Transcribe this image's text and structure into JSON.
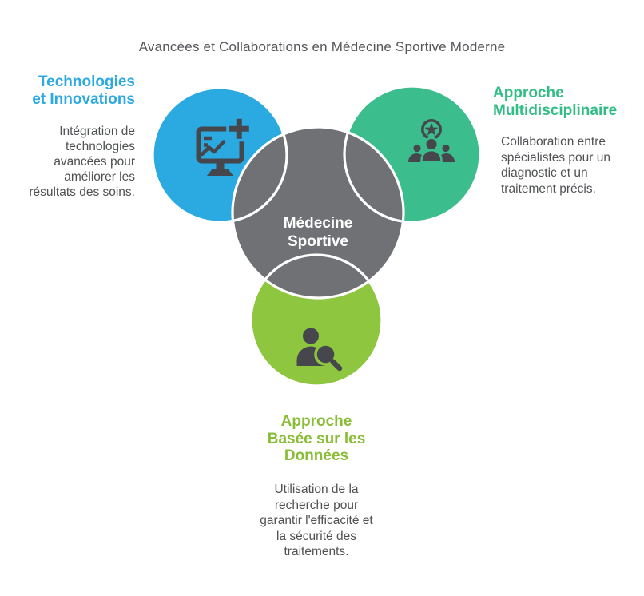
{
  "title": "Avancées et Collaborations en Médecine Sportive Moderne",
  "colors": {
    "blue": "#2BAAE2",
    "green": "#3BBD8E",
    "lime": "#8EC63F",
    "gray": "#707174",
    "icon_dark": "#45474C",
    "heading_blue": "#2BA9E0",
    "heading_green": "#33BD86",
    "heading_lime": "#8ABD37",
    "body_text": "#4F5153",
    "title_text": "#55565A",
    "center_text": "#FFFFFF"
  },
  "center": {
    "label_lines": [
      "Médecine",
      "Sportive"
    ]
  },
  "nodes": {
    "technologies": {
      "heading_lines": [
        "Technologies",
        "et Innovations"
      ],
      "body_lines": [
        "Intégration de",
        "technologies",
        "avancées pour",
        "améliorer les",
        "résultats des soins."
      ],
      "icon": "monitor-medical-cross-icon"
    },
    "multidisciplinaire": {
      "heading_lines": [
        "Approche",
        "Multidisciplinaire"
      ],
      "body_lines": [
        "Collaboration entre",
        "spécialistes pour un",
        "diagnostic et un",
        "traitement précis."
      ],
      "icon": "team-soccer-icon"
    },
    "donnees": {
      "heading_lines": [
        "Approche",
        "Basée sur les",
        "Données"
      ],
      "body_lines": [
        "Utilisation de la",
        "recherche pour",
        "garantir l'efficacité et",
        "la sécurité des",
        "traitements."
      ],
      "icon": "person-magnifier-icon"
    }
  }
}
